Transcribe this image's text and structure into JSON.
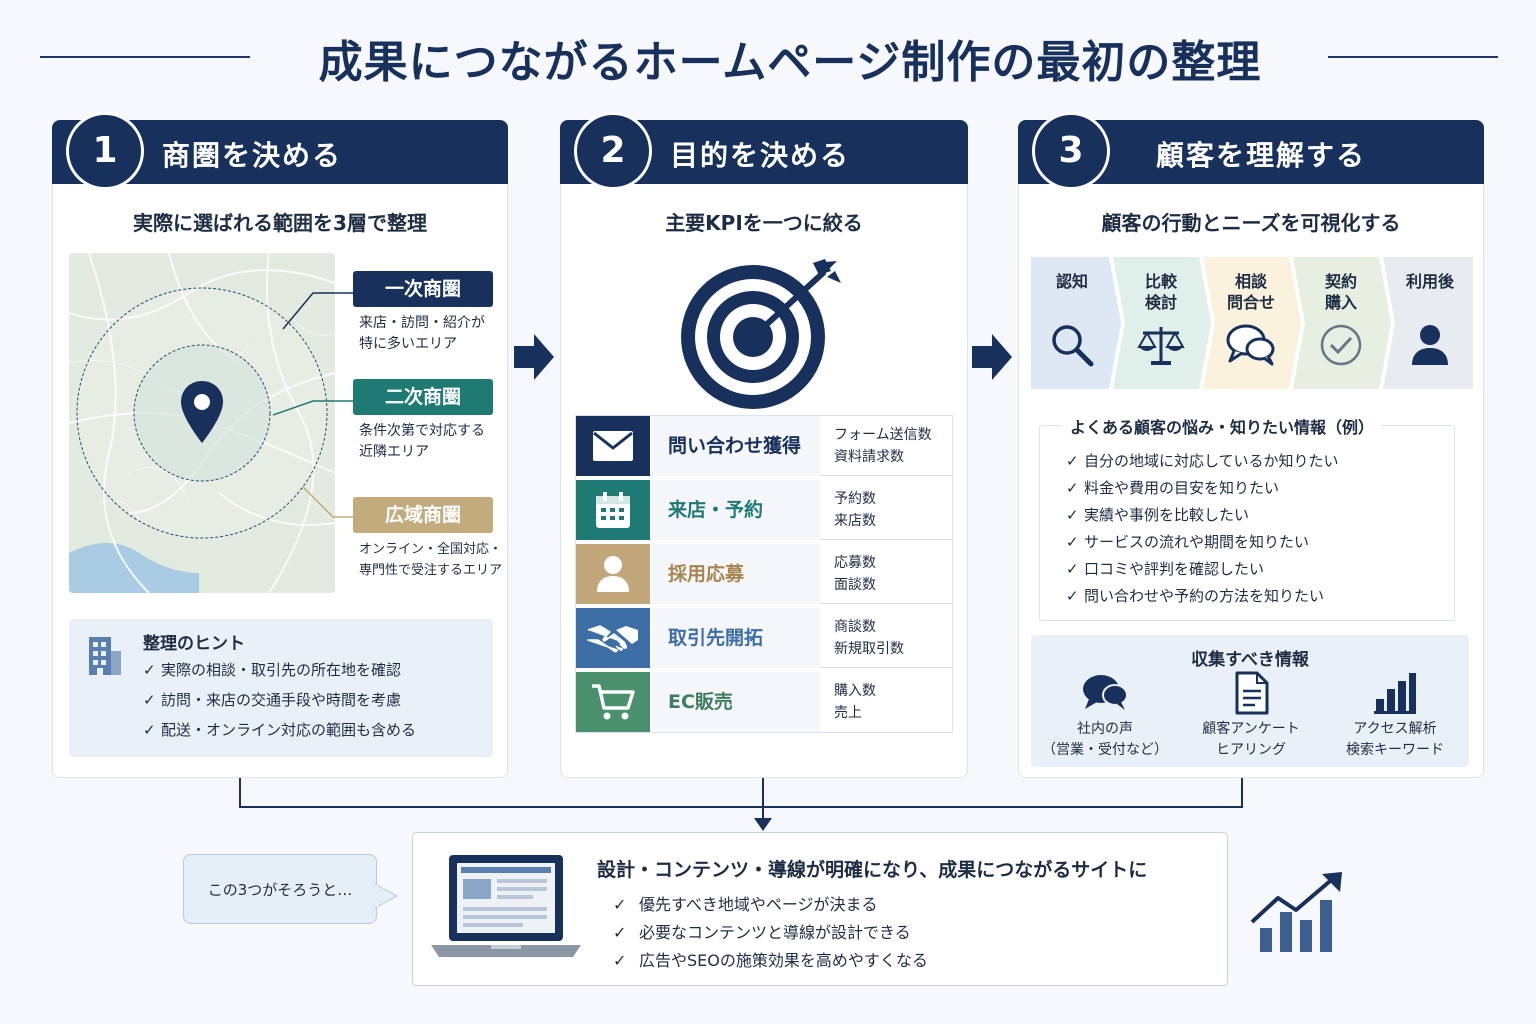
{
  "main_title": "成果につながるホームページ制作の最初の整理",
  "step1": {
    "number": "1",
    "title": "商圏を決める",
    "subtitle": "実際に選ばれる範囲を3層で整理",
    "zones": [
      {
        "label": "一次商圏",
        "desc": [
          "来店・訪問・紹介が",
          "特に多いエリア"
        ],
        "color": "#17305c"
      },
      {
        "label": "二次商圏",
        "desc": [
          "条件次第で対応する",
          "近隣エリア"
        ],
        "color": "#1f7a73"
      },
      {
        "label": "広域商圏",
        "desc": [
          "オンライン・全国対応・",
          "専門性で受注するエリア"
        ],
        "color": "#c2ab7c"
      }
    ],
    "hint_title": "整理のヒント",
    "hints": [
      "実際の相談・取引先の所在地を確認",
      "訪問・来店の交通手段や時間を考慮",
      "配送・オンライン対応の範囲も含める"
    ]
  },
  "step2": {
    "number": "2",
    "title": "目的を決める",
    "subtitle": "主要KPIを一つに絞る",
    "kpis": [
      {
        "name": "問い合わせ獲得",
        "metrics": [
          "フォーム送信数",
          "資料請求数"
        ],
        "color": "#17305c",
        "icon": "mail-icon"
      },
      {
        "name": "来店・予約",
        "metrics": [
          "予約数",
          "来店数"
        ],
        "color": "#1f7a73",
        "icon": "calendar-icon"
      },
      {
        "name": "採用応募",
        "metrics": [
          "応募数",
          "面談数"
        ],
        "color": "#c2a77a",
        "icon": "person-icon"
      },
      {
        "name": "取引先開拓",
        "metrics": [
          "商談数",
          "新規取引数"
        ],
        "color": "#3d6ea6",
        "icon": "handshake-icon"
      },
      {
        "name": "EC販売",
        "metrics": [
          "購入数",
          "売上"
        ],
        "color": "#4a8f6e",
        "icon": "cart-icon"
      }
    ]
  },
  "step3": {
    "number": "3",
    "title": "顧客を理解する",
    "subtitle": "顧客の行動とニーズを可視化する",
    "stages": [
      {
        "label": "認知",
        "color": "#dde8f4",
        "icon": "magnifier-icon"
      },
      {
        "label": "比較\n検討",
        "color": "#e0efea",
        "icon": "scale-icon"
      },
      {
        "label": "相談\n問合せ",
        "color": "#faf2dd",
        "icon": "chat-icon"
      },
      {
        "label": "契約\n購入",
        "color": "#e6efe2",
        "icon": "check-circle-icon"
      },
      {
        "label": "利用後",
        "color": "#e8ebf0",
        "icon": "user-icon"
      }
    ],
    "worries_title": "よくある顧客の悩み・知りたい情報（例）",
    "worries": [
      "自分の地域に対応しているか知りたい",
      "料金や費用の目安を知りたい",
      "実績や事例を比較したい",
      "サービスの流れや期間を知りたい",
      "口コミや評判を確認したい",
      "問い合わせや予約の方法を知りたい"
    ],
    "collect_title": "収集すべき情報",
    "collect": [
      {
        "lines": [
          "社内の声",
          "（営業・受付など）"
        ],
        "icon": "speech-icon"
      },
      {
        "lines": [
          "顧客アンケート",
          "ヒアリング"
        ],
        "icon": "document-icon"
      },
      {
        "lines": [
          "アクセス解析",
          "検索キーワード"
        ],
        "icon": "bar-chart-icon"
      }
    ]
  },
  "bubble_text": "この3つがそろうと…",
  "result": {
    "title": "設計・コンテンツ・導線が明確になり、成果につながるサイトに",
    "points": [
      "優先すべき地域やページが決まる",
      "必要なコンテンツと導線が設計できる",
      "広告やSEOの施策効果を高めやすくなる"
    ]
  }
}
